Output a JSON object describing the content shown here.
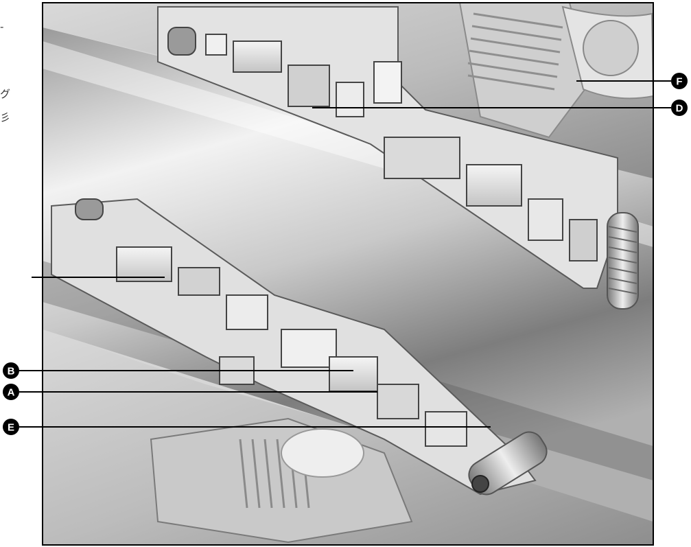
{
  "callouts": [
    {
      "id": "F",
      "label": "F"
    },
    {
      "id": "D",
      "label": "D"
    },
    {
      "id": "B",
      "label": "B"
    },
    {
      "id": "A",
      "label": "A"
    },
    {
      "id": "E",
      "label": "E"
    }
  ],
  "left_margin_text": {
    "line1": "-",
    "line2": "グ",
    "line3": "彡"
  },
  "colors": {
    "frame": "#000000",
    "badge": "#000000",
    "metal_light": "#e8e8e8",
    "metal_mid": "#b5b5b5",
    "metal_dark": "#6a6a6a"
  }
}
